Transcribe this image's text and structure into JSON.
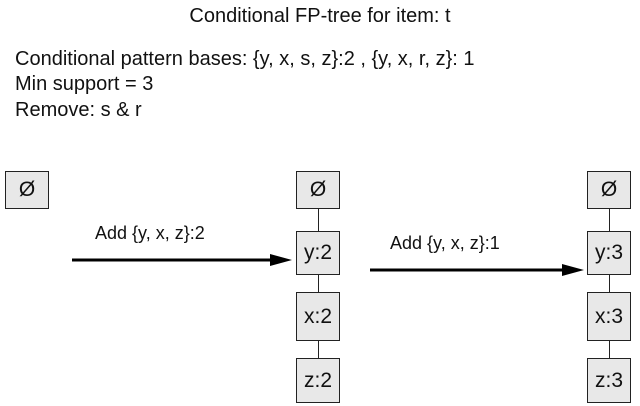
{
  "title": "Conditional FP-tree for item: t",
  "info": {
    "bases": "Conditional pattern bases: {y, x, s, z}:2 , {y, x, r, z}: 1",
    "min_support": "Min support  = 3",
    "remove": "Remove: s & r"
  },
  "trees": [
    {
      "root": "Ø",
      "nodes": []
    },
    {
      "root": "Ø",
      "nodes": [
        "y:2",
        "x:2",
        "z:2"
      ]
    },
    {
      "root": "Ø",
      "nodes": [
        "y:3",
        "x:3",
        "z:3"
      ]
    }
  ],
  "steps": [
    {
      "label": "Add {y, x, z}:2"
    },
    {
      "label": "Add {y, x, z}:1"
    }
  ],
  "colors": {
    "node_fill": "#e8e8e8",
    "stroke": "#222222"
  }
}
